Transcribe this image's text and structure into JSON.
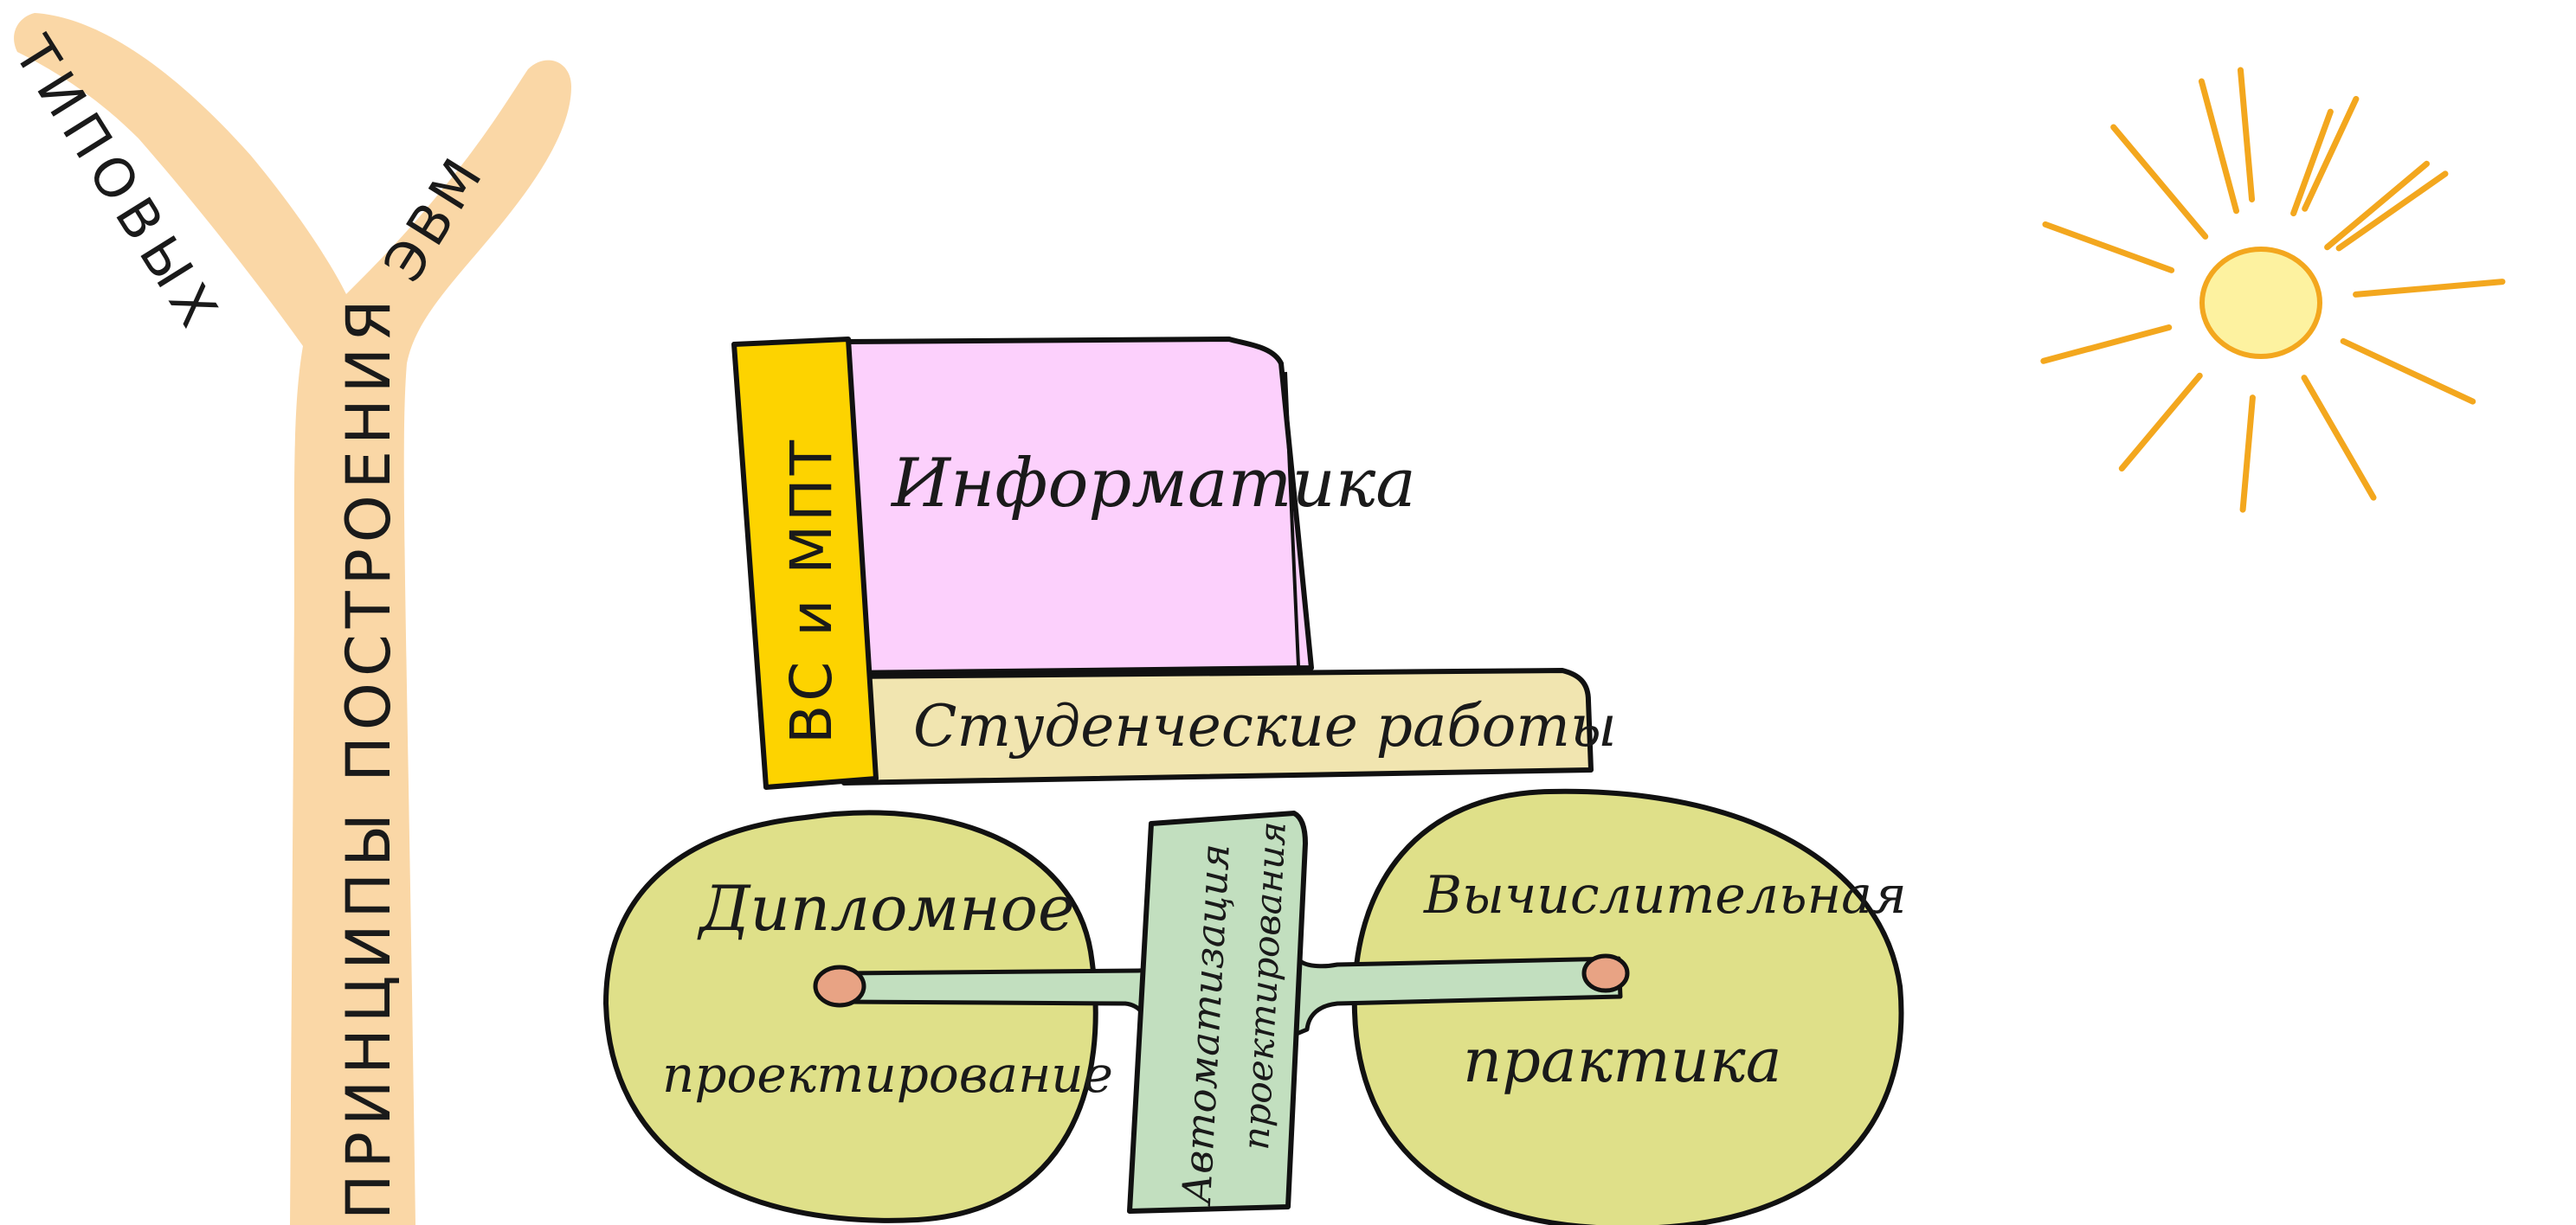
{
  "tree": {
    "trunk_text": "ПРИНЦИПЫ ПОСТРОЕНИЯ",
    "left_branch_text": "ТИПОВЫХ",
    "right_branch_text": "ЭВМ",
    "fill_color": "#fad7a6"
  },
  "sun": {
    "fill_color": "#fdf2a0",
    "ray_color": "#f3a71e"
  },
  "books": {
    "spine": {
      "label": "ВС и МПТ",
      "color": "#fdd300"
    },
    "top": {
      "label": "Информатика",
      "color": "#fcd0fc"
    },
    "bottom": {
      "label": "Студенческие работы",
      "color": "#f1e5b0"
    }
  },
  "dumbbell": {
    "left": {
      "line1": "Дипломное",
      "line2": "проектирование"
    },
    "right": {
      "line1": "Вычислительная",
      "line2": "практика"
    },
    "bar": {
      "line1": "Автоматизация",
      "line2": "проектирования"
    },
    "plate_color": "#dfe089",
    "bar_color": "#c2dfbf",
    "knob_color": "#e8a384"
  }
}
